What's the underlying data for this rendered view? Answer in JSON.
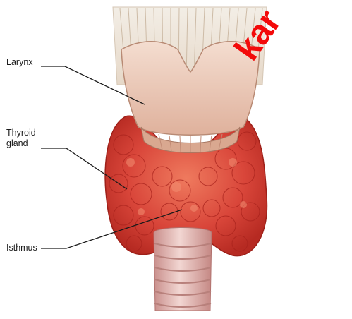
{
  "labels": {
    "larynx": "Larynx",
    "thyroid_gland": "Thyroid\ngland",
    "isthmus": "Isthmus"
  },
  "watermark": "kar",
  "colors": {
    "gland": "#d9463a",
    "gland_dark": "#a8221c",
    "cartilage": "#ecc9b8",
    "trachea": "#e6b9b4",
    "watermark": "#f30a0a"
  }
}
